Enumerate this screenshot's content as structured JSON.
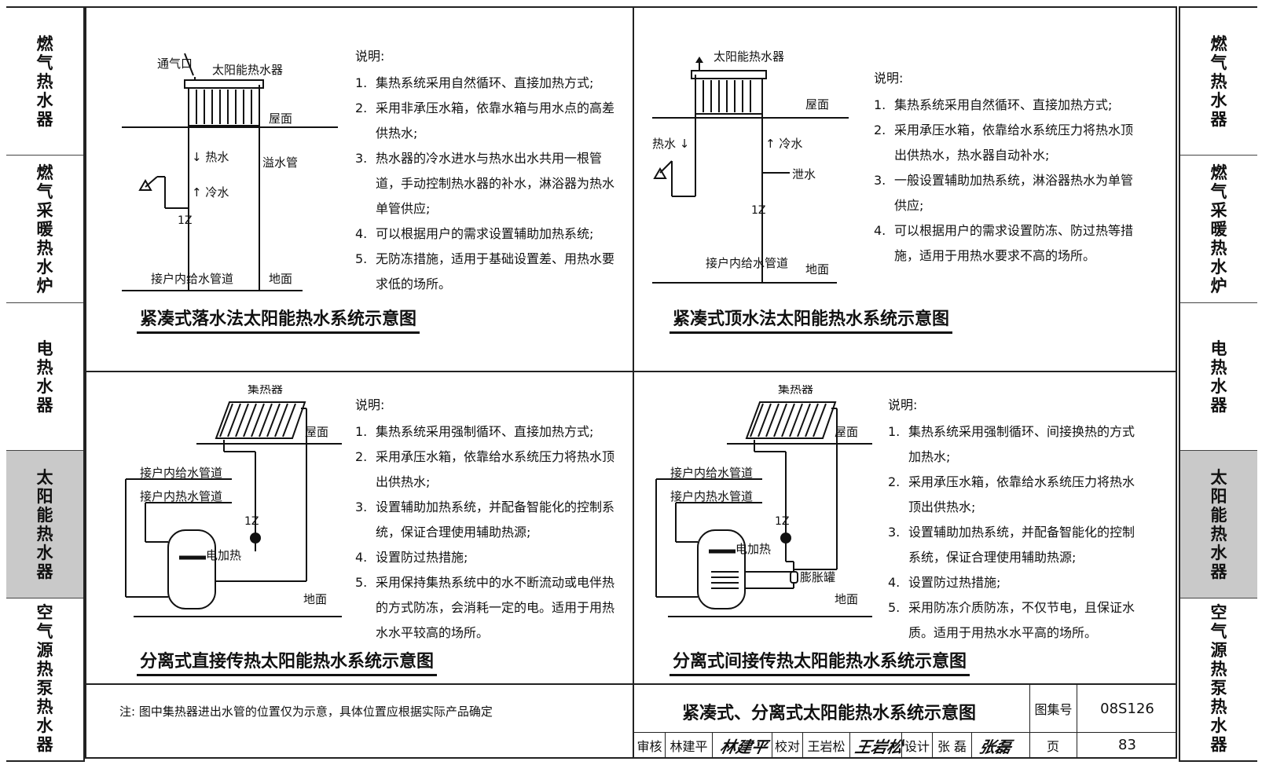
{
  "side_nav": {
    "left": [
      {
        "label": "燃气热水器"
      },
      {
        "label": "燃气采暖热水炉"
      },
      {
        "label": "电热水器"
      },
      {
        "label": "太阳能热水器"
      },
      {
        "label": "空气源热泵热水器"
      }
    ],
    "right": [
      {
        "label": "燃气热水器"
      },
      {
        "label": "燃气采暖热水炉"
      },
      {
        "label": "电热水器"
      },
      {
        "label": "太阳能热水器"
      },
      {
        "label": "空气源热泵热水器"
      }
    ],
    "active_index": 3
  },
  "panels": [
    {
      "title": "紧凑式落水法太阳能热水系统示意图",
      "labels": {
        "vent": "通气口",
        "heater": "太阳能热水器",
        "roof": "屋面",
        "hot": "热水",
        "overflow": "溢水管",
        "cold": "冷水",
        "supply": "接户内给水管道",
        "ground": "地面",
        "valve": "1Z"
      },
      "notes_title": "说明:",
      "notes": [
        {
          "n": "1.",
          "t": "集热系统采用自然循环、直接加热方式;"
        },
        {
          "n": "2.",
          "t": "采用非承压水箱，依靠水箱与用水点的高差供热水;"
        },
        {
          "n": "3.",
          "t": "热水器的冷水进水与热水出水共用一根管道，手动控制热水器的补水，淋浴器为热水单管供应;"
        },
        {
          "n": "4.",
          "t": "可以根据用户的需求设置辅助加热系统;"
        },
        {
          "n": "5.",
          "t": "无防冻措施，适用于基础设置差、用热水要求低的场所。"
        }
      ]
    },
    {
      "title": "紧凑式顶水法太阳能热水系统示意图",
      "labels": {
        "heater": "太阳能热水器",
        "roof": "屋面",
        "hot": "热水",
        "cold": "冷水",
        "drain": "泄水",
        "supply": "接户内给水管道",
        "ground": "地面",
        "valve": "1Z"
      },
      "notes_title": "说明:",
      "notes": [
        {
          "n": "1.",
          "t": "集热系统采用自然循环、直接加热方式;"
        },
        {
          "n": "2.",
          "t": "采用承压水箱，依靠给水系统压力将热水顶出供热水，热水器自动补水;"
        },
        {
          "n": "3.",
          "t": "一般设置辅助加热系统，淋浴器热水为单管供应;"
        },
        {
          "n": "4.",
          "t": "可以根据用户的需求设置防冻、防过热等措施，适用于用热水要求不高的场所。"
        }
      ]
    },
    {
      "title": "分离式直接传热太阳能热水系统示意图",
      "labels": {
        "collector": "集热器",
        "roof": "屋面",
        "supply": "接户内给水管道",
        "hotpipe": "接户内热水管道",
        "eheat": "电加热",
        "ground": "地面",
        "valve": "1Z"
      },
      "notes_title": "说明:",
      "notes": [
        {
          "n": "1.",
          "t": "集热系统采用强制循环、直接加热方式;"
        },
        {
          "n": "2.",
          "t": "采用承压水箱，依靠给水系统压力将热水顶出供热水;"
        },
        {
          "n": "3.",
          "t": "设置辅助加热系统，并配备智能化的控制系统，保证合理使用辅助热源;"
        },
        {
          "n": "4.",
          "t": "设置防过热措施;"
        },
        {
          "n": "5.",
          "t": "采用保持集热系统中的水不断流动或电伴热的方式防冻，会消耗一定的电。适用于用热水水平较高的场所。"
        }
      ]
    },
    {
      "title": "分离式间接传热太阳能热水系统示意图",
      "labels": {
        "collector": "集热器",
        "roof": "屋面",
        "supply": "接户内给水管道",
        "hotpipe": "接户内热水管道",
        "eheat": "电加热",
        "tank": "膨胀罐",
        "ground": "地面",
        "valve": "1Z"
      },
      "notes_title": "说明:",
      "notes": [
        {
          "n": "1.",
          "t": "集热系统采用强制循环、间接换热的方式加热水;"
        },
        {
          "n": "2.",
          "t": "采用承压水箱，依靠给水系统压力将热水顶出供热水;"
        },
        {
          "n": "3.",
          "t": "设置辅助加热系统，并配备智能化的控制系统，保证合理使用辅助热源;"
        },
        {
          "n": "4.",
          "t": "设置防过热措施;"
        },
        {
          "n": "5.",
          "t": "采用防冻介质防冻，不仅节电，且保证水质。适用于用热水水平高的场所。"
        }
      ]
    }
  ],
  "footnote": "注: 图中集热器进出水管的位置仅为示意，具体位置应根据实际产品确定",
  "title_block": {
    "title": "紧凑式、分离式太阳能热水系统示意图",
    "atlas_label": "图集号",
    "atlas_no": "08S126",
    "review_label": "审核",
    "reviewer": "林建平",
    "reviewer_sig": "林建平",
    "check_label": "校对",
    "checker": "王岩松",
    "checker_sig": "王岩松",
    "design_label": "设计",
    "designer": "张 磊",
    "designer_sig": "张磊",
    "page_label": "页",
    "page_no": "83"
  }
}
